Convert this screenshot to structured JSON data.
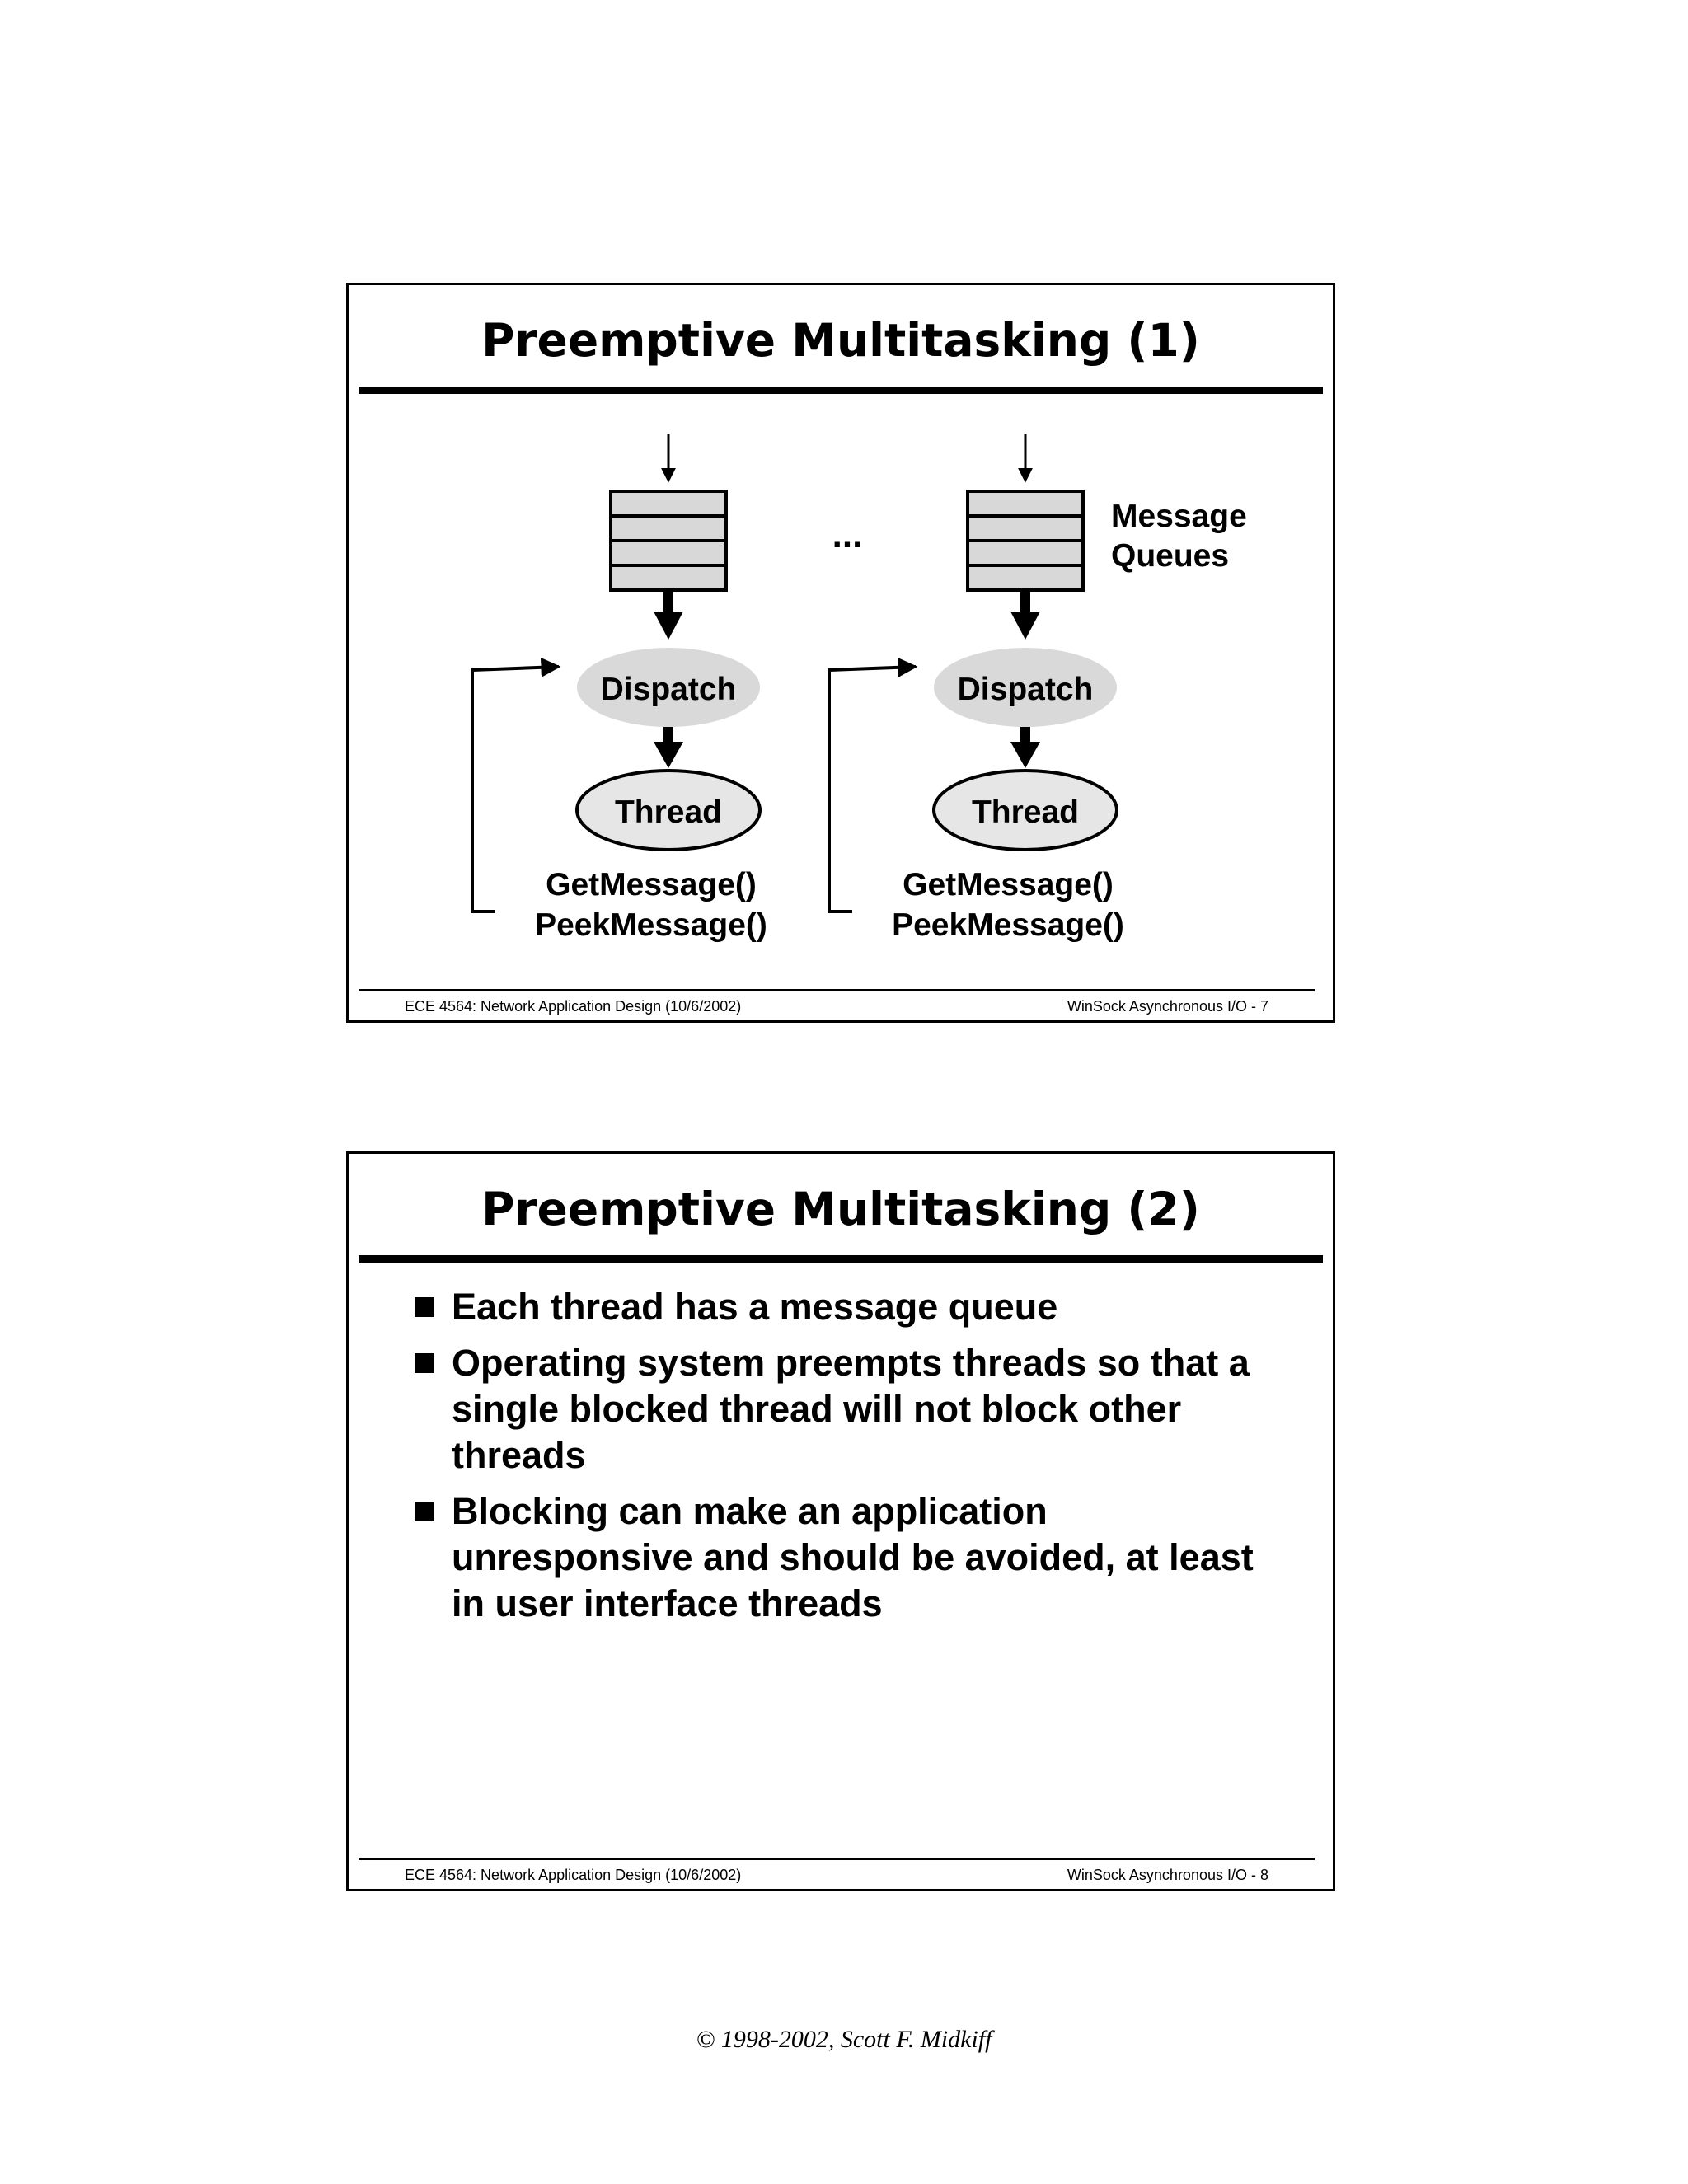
{
  "slide1": {
    "title": "Preemptive Multitasking  (1)",
    "ellipsis": "...",
    "queues_label_line1": "Message",
    "queues_label_line2": "Queues",
    "dispatch_label": "Dispatch",
    "thread_label": "Thread",
    "call_line1": "GetMessage()",
    "call_line2": "PeekMessage()",
    "footer_left": "ECE 4564:  Network Application Design (10/6/2002)",
    "footer_right": "WinSock Asynchronous I/O - 7"
  },
  "slide2": {
    "title": "Preemptive Multitasking  (2)",
    "bullets": [
      "Each thread has a message queue",
      "Operating system preempts threads so that a single blocked thread will not block other threads",
      "Blocking can make an application unresponsive and should be avoided, at least in user interface threads"
    ],
    "footer_left": "ECE 4564:  Network Application Design (10/6/2002)",
    "footer_right": "WinSock Asynchronous I/O - 8"
  },
  "copyright": "© 1998-2002, Scott F. Midkiff",
  "colors": {
    "queue_fill": "#d8d8d8",
    "dispatch_fill": "#d9d9d9",
    "thread_fill": "#e6e6e6",
    "ink": "#000000"
  }
}
